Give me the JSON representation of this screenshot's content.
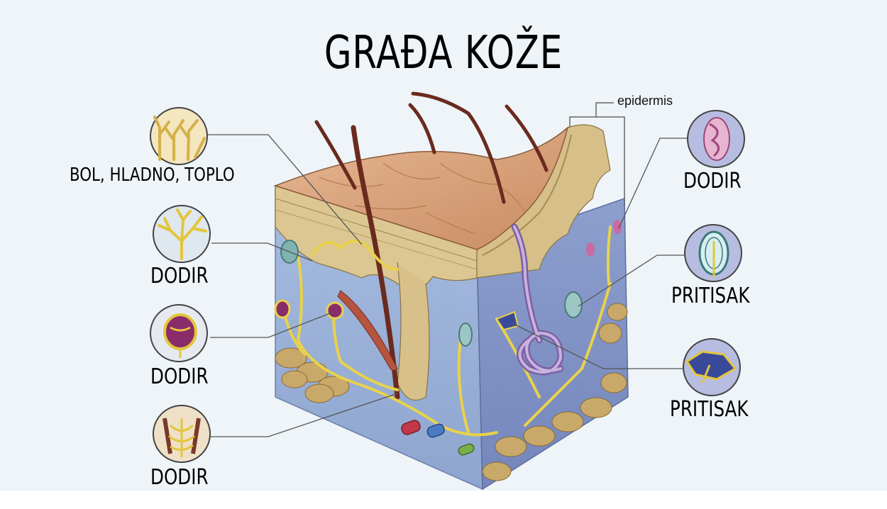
{
  "title": "GRAĐA KOŽE",
  "epidermis_label": "epidermis",
  "labels": {
    "pain_cold_warm": "BOL, HLADNO, TOPLO",
    "touch_left_1": "DODIR",
    "touch_left_2": "DODIR",
    "touch_left_3": "DODIR",
    "touch_right": "DODIR",
    "pressure_1": "PRITISAK",
    "pressure_2": "PRITISAK"
  },
  "colors": {
    "background": "#eef4f8",
    "dermis": "#9fb3d6",
    "epidermis_top": "#d9a47a",
    "epidermis_layer": "#d8c38f",
    "hair": "#6b2a1e",
    "nerve": "#e9d24a",
    "gland": "#a88bc4",
    "fat": "#c9a96a"
  }
}
